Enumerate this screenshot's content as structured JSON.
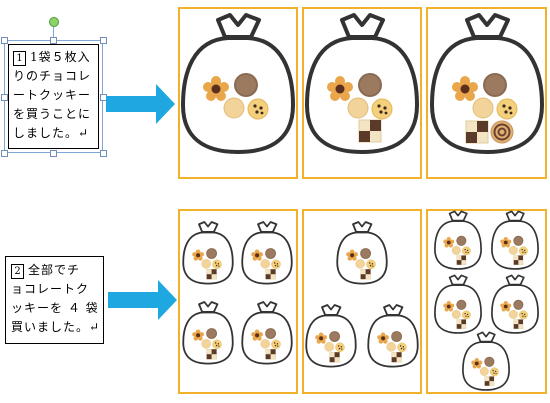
{
  "textbox1": {
    "number": "1",
    "lines": [
      "1袋５枚入",
      "りのチョコレ",
      "ートクッキー",
      "を買うことに",
      "しました。↵"
    ]
  },
  "textbox2": {
    "number": "2",
    "lines": [
      "全部でチ",
      "ョコレートク",
      "ッキーを ４ 袋",
      "買いました。↵"
    ]
  },
  "colors": {
    "arrow": "#1ea7e1",
    "panel_border": "#f2b12a",
    "selection": "#7fa7d8",
    "bag_outline": "#333333"
  },
  "icons": [
    "cookie-bag-icon",
    "right-arrow-icon"
  ]
}
